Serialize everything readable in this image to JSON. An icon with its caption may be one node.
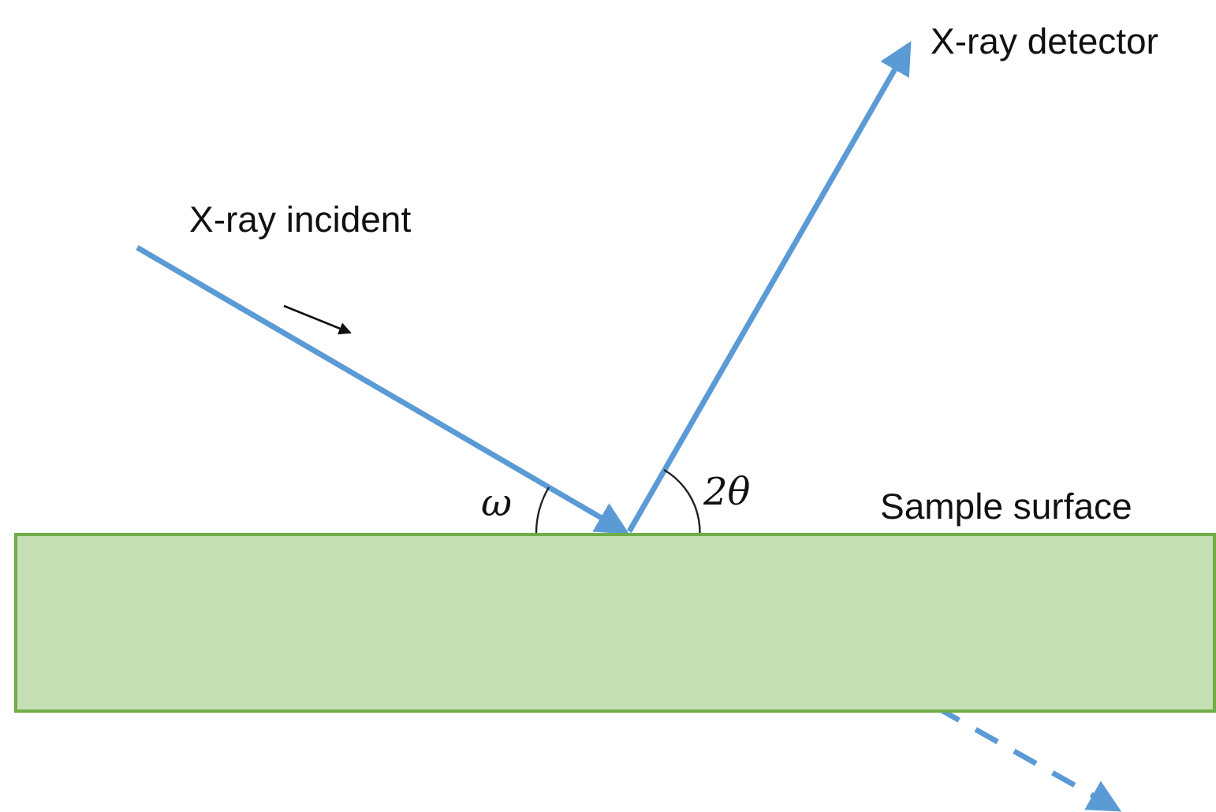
{
  "diagram": {
    "nodes": [
      {
        "text": [
          "X-ray incident"
        ]
      },
      {
        "text": [
          "X-ray detector"
        ]
      },
      {
        "text": [
          "Sample surface"
        ]
      }
    ],
    "edges": [
      {
        "from": 0,
        "to": 2,
        "arrow": "to"
      },
      {
        "from": 2,
        "to": 1,
        "arrow": "to"
      },
      {
        "from": 2,
        "to": null,
        "arrow": "to",
        "style": "dashed"
      }
    ],
    "labels": [
      "ω",
      "2θ"
    ]
  }
}
